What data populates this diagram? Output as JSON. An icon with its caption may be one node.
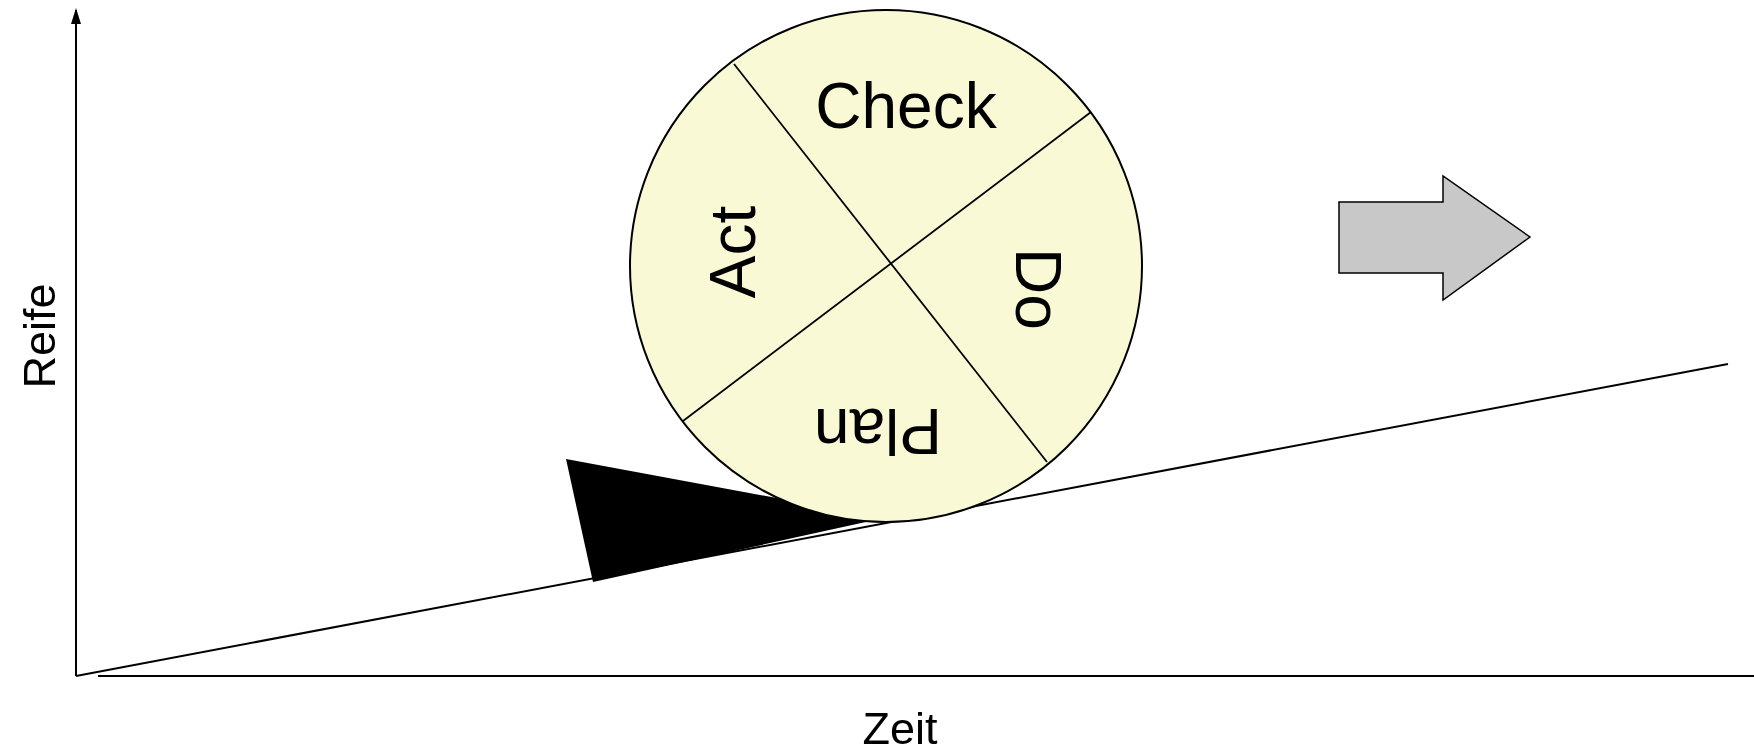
{
  "diagram": {
    "nodes": [
      {
        "text": [
          "Check",
          "Do",
          "Plan",
          "Act"
        ]
      }
    ],
    "edges": [],
    "labels": [
      "Reife",
      "Zeit"
    ]
  }
}
